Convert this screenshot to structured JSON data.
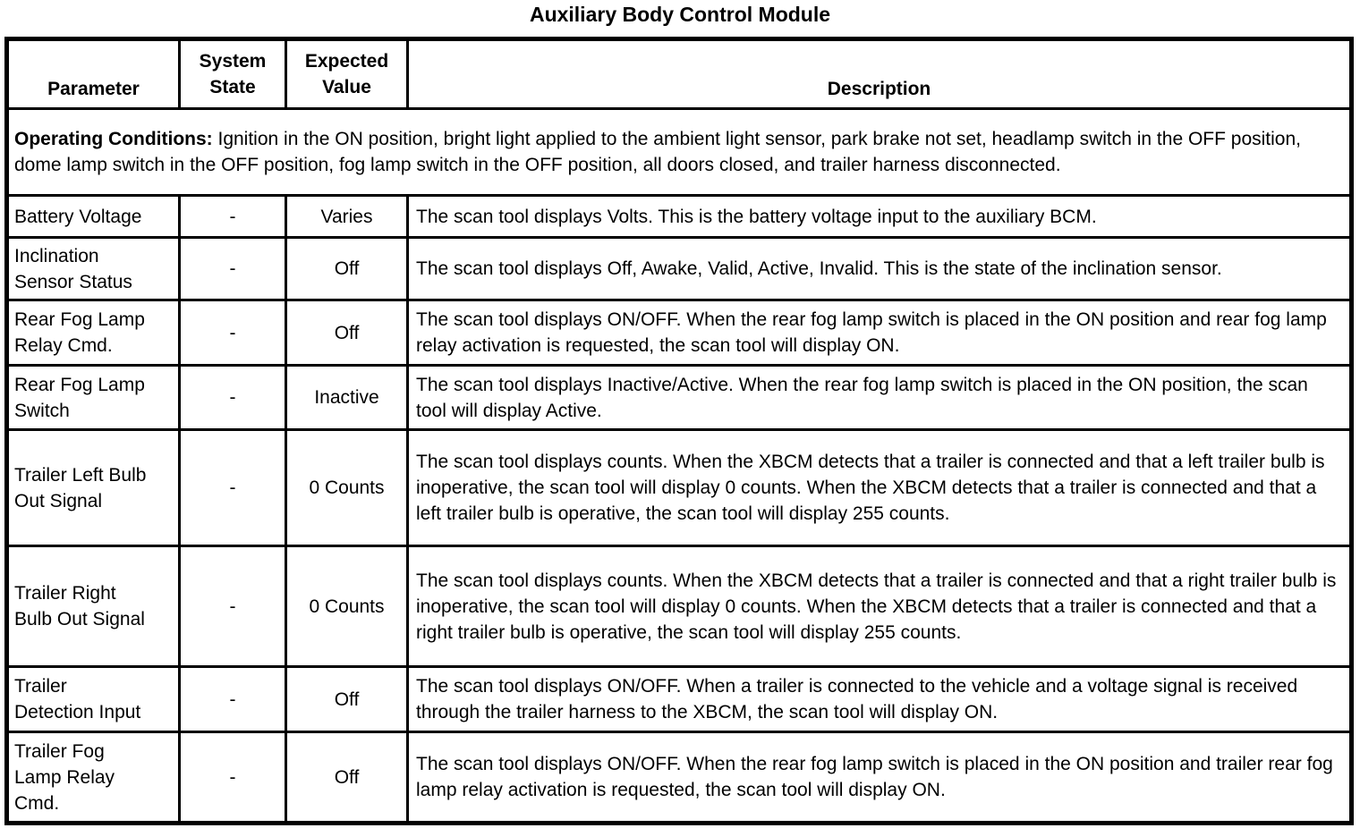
{
  "title": "Auxiliary Body Control Module",
  "table": {
    "headers": {
      "parameter": "Parameter",
      "system_state": "System\nState",
      "expected_value": "Expected\nValue",
      "description": "Description"
    },
    "operating_conditions": {
      "label": "Operating Conditions:",
      "text": " Ignition in the ON position, bright light applied to the ambient light sensor, park brake not set, headlamp switch in the OFF position, dome lamp switch in the OFF position, fog lamp switch in the OFF position, all doors closed, and trailer harness disconnected."
    },
    "rows": [
      {
        "parameter": "Battery Voltage",
        "system_state": "-",
        "expected_value": "Varies",
        "description": "The scan tool displays Volts. This is the battery voltage input to the auxiliary BCM."
      },
      {
        "parameter": "Inclination\nSensor Status",
        "system_state": "-",
        "expected_value": "Off",
        "description": "The scan tool displays Off, Awake, Valid, Active, Invalid. This is the state of the inclination sensor."
      },
      {
        "parameter": "Rear Fog Lamp\nRelay Cmd.",
        "system_state": "-",
        "expected_value": "Off",
        "description": "The scan tool displays ON/OFF. When the rear fog lamp switch is placed in the ON position and rear fog lamp relay activation is requested, the scan tool will display ON."
      },
      {
        "parameter": "Rear Fog Lamp\nSwitch",
        "system_state": "-",
        "expected_value": "Inactive",
        "description": "The scan tool displays Inactive/Active. When the rear fog lamp switch is placed in the ON position, the scan tool will display Active."
      },
      {
        "parameter": "Trailer Left Bulb\nOut Signal",
        "system_state": "-",
        "expected_value": "0 Counts",
        "description": "The scan tool displays counts. When the XBCM detects that a trailer is connected and that a left trailer bulb is inoperative, the scan tool will display 0 counts. When the XBCM detects that a trailer is connected and that a left trailer bulb is operative, the scan tool will display 255 counts."
      },
      {
        "parameter": "Trailer Right\nBulb Out Signal",
        "system_state": "-",
        "expected_value": "0 Counts",
        "description": "The scan tool displays counts. When the XBCM detects that a trailer is connected and that a right trailer bulb is inoperative, the scan tool will display 0 counts. When the XBCM detects that a trailer is connected and that a right trailer bulb is operative, the scan tool will display 255 counts."
      },
      {
        "parameter": "Trailer\nDetection Input",
        "system_state": "-",
        "expected_value": "Off",
        "description": "The scan tool displays ON/OFF. When a trailer is connected to the vehicle and a voltage signal is received through the trailer harness to the XBCM, the scan tool will display ON."
      },
      {
        "parameter": "Trailer Fog\nLamp Relay\nCmd.",
        "system_state": "-",
        "expected_value": "Off",
        "description": "The scan tool displays ON/OFF. When the rear fog lamp switch is placed in the ON position and trailer rear fog lamp relay activation is requested, the scan tool will display ON."
      }
    ]
  }
}
